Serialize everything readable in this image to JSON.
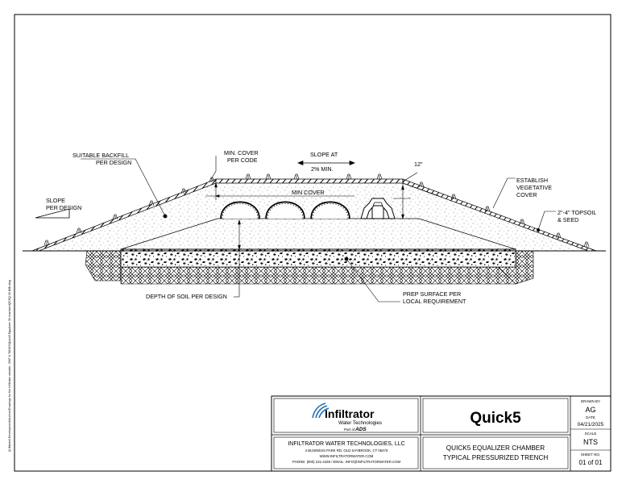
{
  "labels": {
    "backfill": [
      "SUITABLE BACKFILL",
      "PER DESIGN"
    ],
    "slope_per_design": [
      "SLOPE",
      "PER DESIGN"
    ],
    "min_cover_code": [
      "MIN. COVER",
      "PER CODE"
    ],
    "slope_at": [
      "SLOPE AT",
      "2% MIN."
    ],
    "twelve_in": "12\"",
    "establish": [
      "ESTABLISH",
      "VEGETATIVE",
      "COVER"
    ],
    "topsoil": [
      "2\"-4\" TOPSOIL",
      "& SEED"
    ],
    "min_cover": "MIN COVER",
    "depth_soil": "DEPTH OF SOIL PER DESIGN",
    "prep_surface": [
      "PREP SURFACE PER",
      "LOCAL REQUIREMENT"
    ]
  },
  "side_note": "Q:\\Market Development\\Archive\\Drawings for the Infiltrator website - ENF & TANKS\\Quick5 Equalizer 36 chamber\\Q5 EQ 36 MIN.dwg",
  "title_block": {
    "logo_name": "Infiltrator",
    "logo_sub": "Water Technologies",
    "logo_part_of": "Part of",
    "logo_ads": "ADS",
    "product": "Quick5",
    "company": "INFILTRATOR WATER TECHNOLOGIES, LLC",
    "address": "4 BUSINESS PARK RD, OLD SAYBROOK, CT 06475",
    "website": "WWW.INFILTRATORWATER.COM",
    "phone": "PHONE: (800) 221-4436 / EMAIL: INFO@INFILTRATORWATER.COM",
    "title_line1": "QUICK5 EQUALIZER CHAMBER",
    "title_line2": "TYPICAL PRESSURIZED TRENCH",
    "drawn_by_label": "DRAWN BY",
    "drawn_by": "AG",
    "date_label": "DATE",
    "date": "04/21/2025",
    "scale_label": "SCALE",
    "scale": "NTS",
    "sheet_label": "SHEET NO.",
    "sheet": "01 of 01"
  },
  "colors": {
    "line": "#000000",
    "logo_blue": "#1d6fb5",
    "product_blue": "#3b8fd0"
  }
}
